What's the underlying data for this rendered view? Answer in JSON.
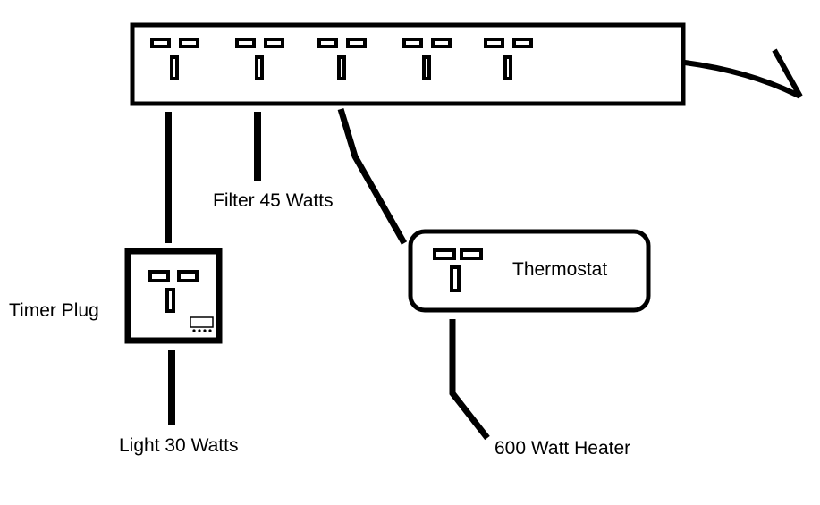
{
  "colors": {
    "ink": "#000000",
    "background": "#ffffff"
  },
  "power_strip": {
    "outlet_count": 5
  },
  "labels": {
    "filter": "Filter 45 Watts",
    "timer": "Timer Plug",
    "light": "Light 30 Watts",
    "thermostat": "Thermostat",
    "heater": "600 Watt Heater"
  }
}
